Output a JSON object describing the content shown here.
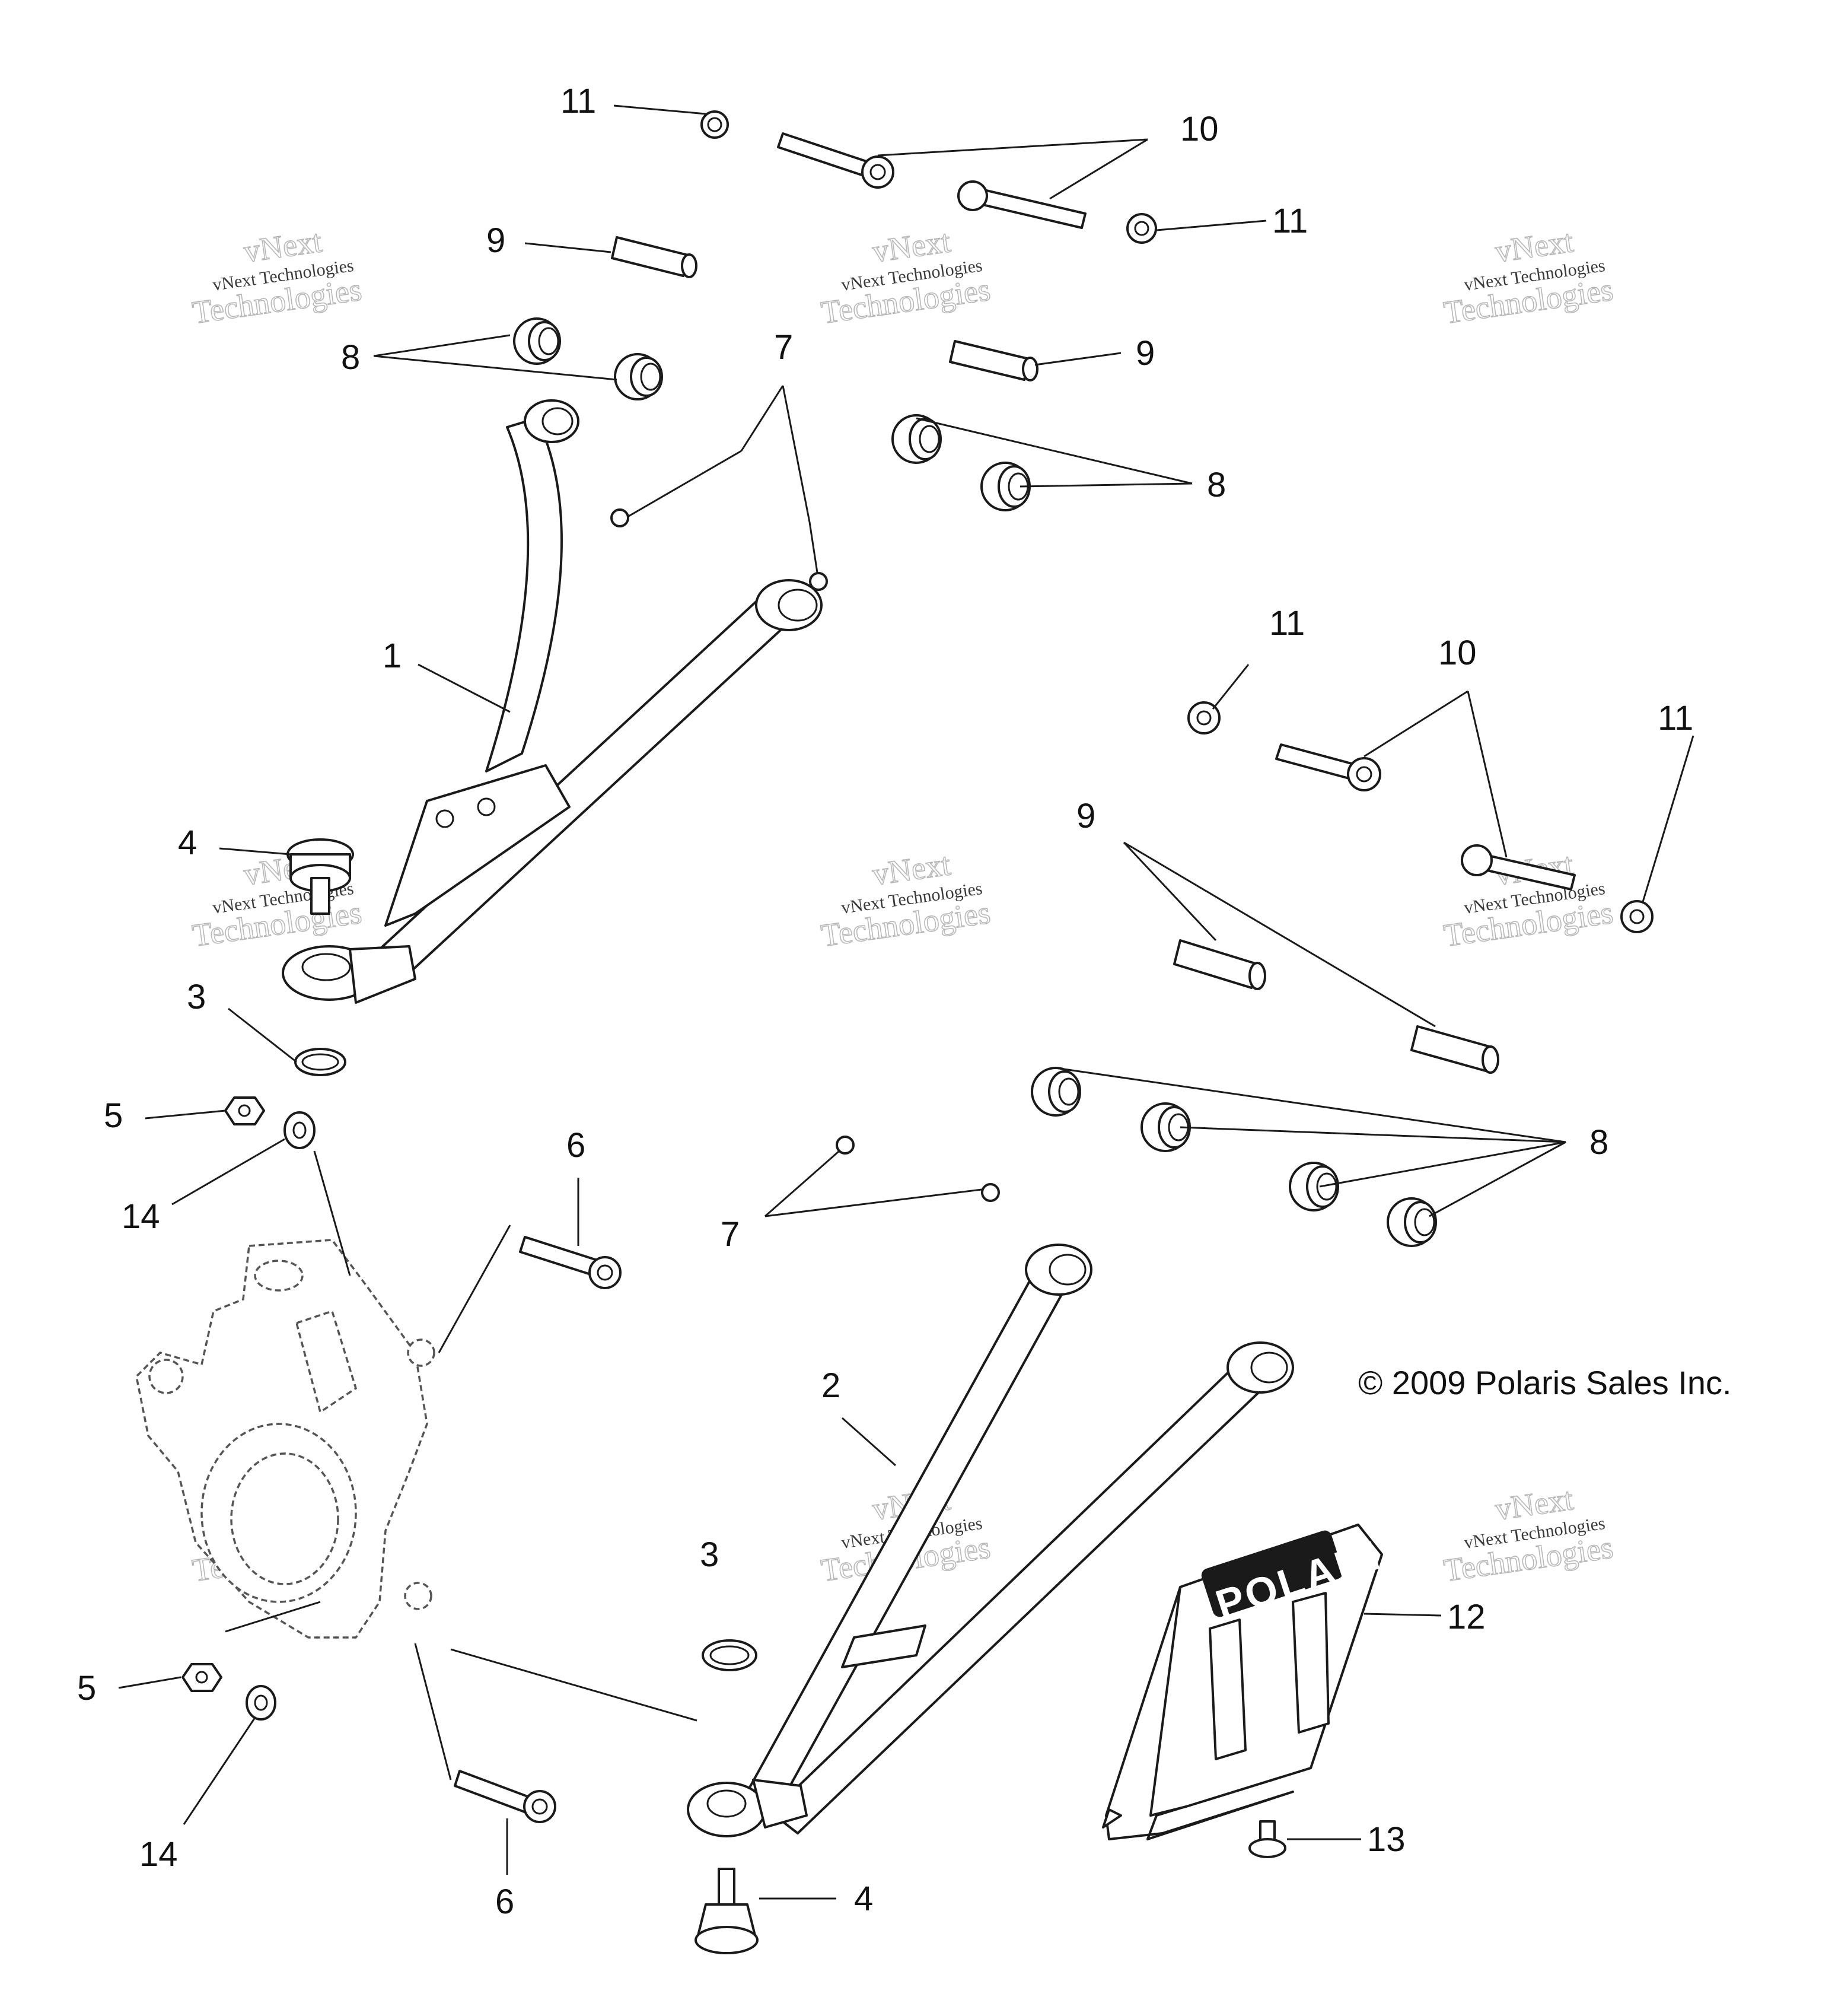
{
  "callouts": {
    "c1": "1",
    "c2": "2",
    "c3": "3",
    "c4": "4",
    "c5": "5",
    "c6": "6",
    "c7": "7",
    "c8": "8",
    "c9": "9",
    "c10": "10",
    "c11": "11",
    "c12": "12",
    "c13": "13",
    "c14": "14"
  },
  "copyright": "© 2009 Polaris Sales Inc.",
  "watermark": {
    "line1": "vNext",
    "line2": "vNext Technologies",
    "line3": "Technologies"
  },
  "skid_plate_logo": "POLARIS",
  "colors": {
    "line": "#1a1a1a",
    "background": "#ffffff",
    "watermark_outline": "#b8b8b8"
  }
}
